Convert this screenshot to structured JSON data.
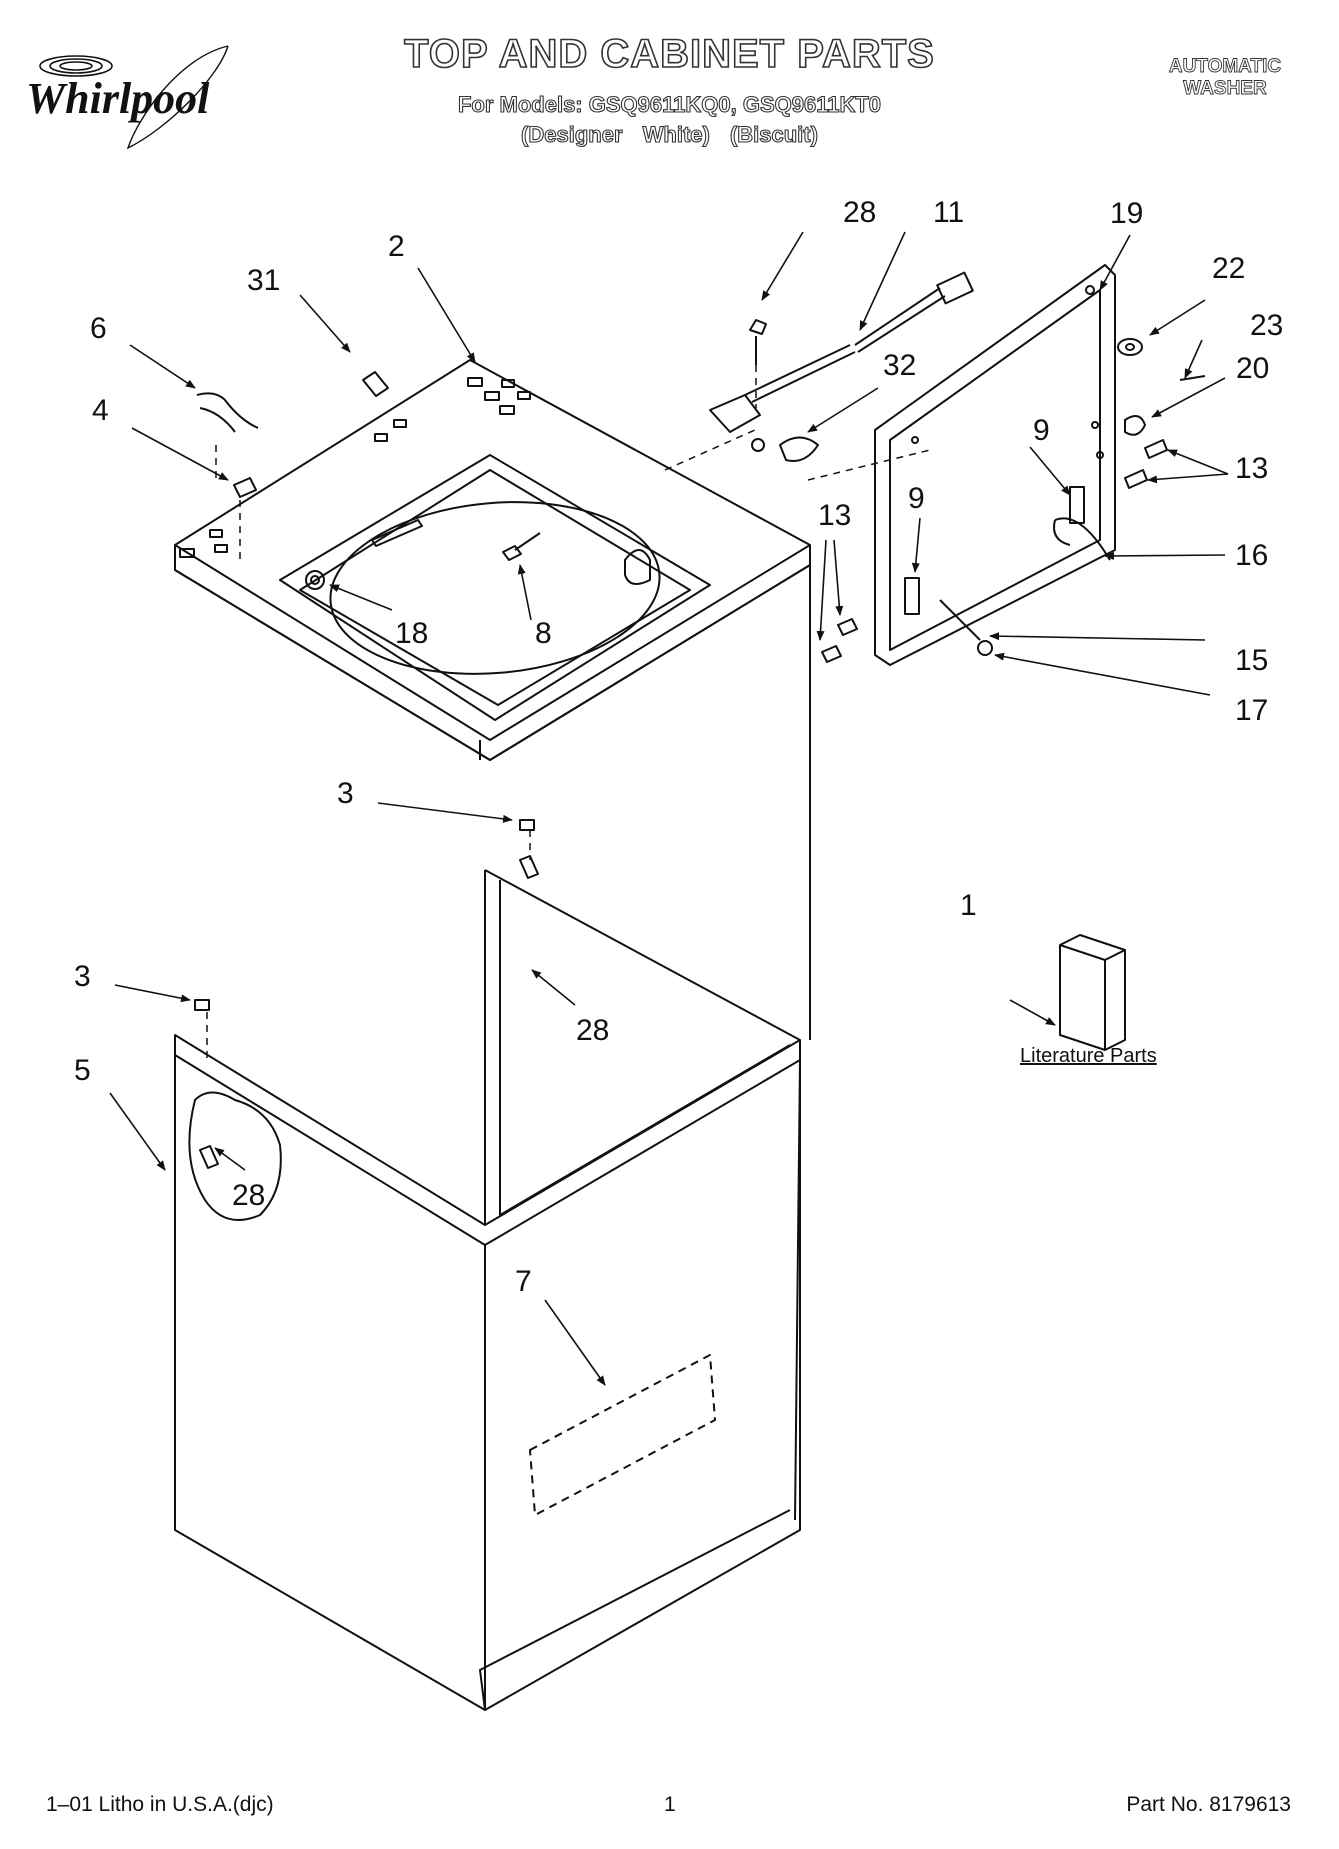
{
  "brand": {
    "name": "Whirlpool"
  },
  "header": {
    "title": "TOP AND CABINET PARTS",
    "models_line": "For Models: GSQ9611KQ0, GSQ9611KT0",
    "variants_line": "(Designer White)    (Biscuit)",
    "product_type_line1": "AUTOMATIC",
    "product_type_line2": "WASHER"
  },
  "callouts": {
    "c1": "1",
    "c2": "2",
    "c3a": "3",
    "c3b": "3",
    "c4": "4",
    "c5": "5",
    "c6": "6",
    "c7": "7",
    "c8": "8",
    "c9a": "9",
    "c9b": "9",
    "c11": "11",
    "c13a": "13",
    "c13b": "13",
    "c15": "15",
    "c16": "16",
    "c17": "17",
    "c18": "18",
    "c19": "19",
    "c20": "20",
    "c22": "22",
    "c23": "23",
    "c28a": "28",
    "c28b": "28",
    "c28c": "28",
    "c31": "31",
    "c32": "32"
  },
  "literature": {
    "label": "Literature Parts"
  },
  "footer": {
    "litho": "1–01 Litho in U.S.A.(djc)",
    "page_number": "1",
    "part_number": "Part No. 8179613"
  }
}
